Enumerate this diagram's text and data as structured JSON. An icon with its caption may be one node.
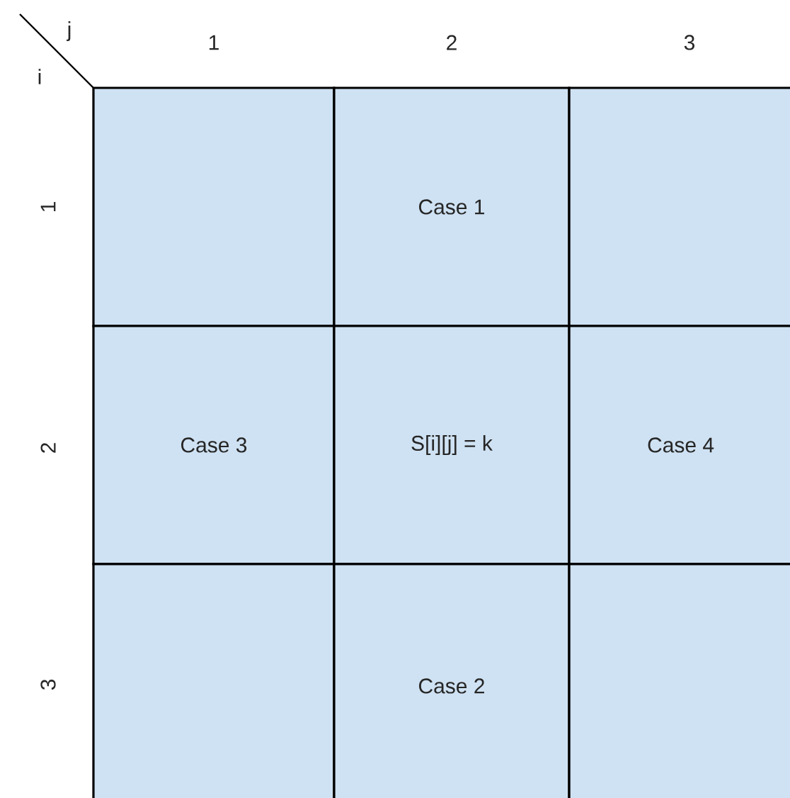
{
  "diagram": {
    "nodes": [
      {
        "text": [],
        "shape": "box"
      },
      {
        "text": [
          "Case 1"
        ]
      },
      {
        "text": [],
        "shape": "box"
      },
      {
        "text": [
          "Case 3"
        ]
      },
      {
        "text": [
          "S[i][j] = k"
        ]
      },
      {
        "text": [
          "Case 4"
        ]
      },
      {
        "text": [],
        "shape": "box"
      },
      {
        "text": [
          "Case 2"
        ]
      },
      {
        "text": [],
        "shape": "box"
      }
    ],
    "labels": [
      "j",
      "i",
      "1",
      "2",
      "3",
      "1",
      "2",
      "3"
    ]
  }
}
